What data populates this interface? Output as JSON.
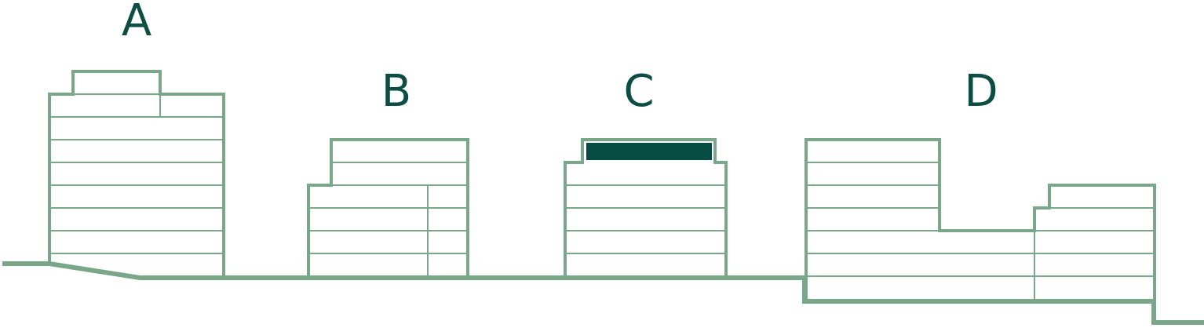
{
  "colors": {
    "outline": "#7aa78a",
    "label": "#0c4d44",
    "highlight": "#064c43",
    "background": "#ffffff"
  },
  "buildings": [
    {
      "label": "A"
    },
    {
      "label": "B"
    },
    {
      "label": "C"
    },
    {
      "label": "D"
    }
  ]
}
